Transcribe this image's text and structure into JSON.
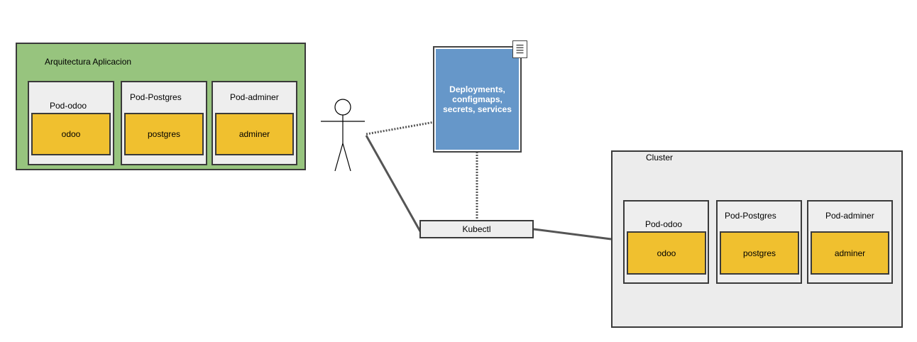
{
  "architecture": {
    "title": "Arquitectura Aplicacion",
    "pods": [
      {
        "label": "Pod-odoo",
        "container": "odoo"
      },
      {
        "label": "Pod-Postgres",
        "container": "postgres"
      },
      {
        "label": "Pod-adminer",
        "container": "adminer"
      }
    ]
  },
  "manifest": {
    "text": "Deployments, configmaps, secrets, services"
  },
  "kubectl": {
    "label": "Kubectl"
  },
  "cluster": {
    "title": "Cluster",
    "pods": [
      {
        "label": "Pod-odoo",
        "container": "odoo"
      },
      {
        "label": "Pod-Postgres",
        "container": "postgres"
      },
      {
        "label": "Pod-adminer",
        "container": "adminer"
      }
    ]
  },
  "colors": {
    "architecture_fill": "#97c47e",
    "container_fill": "#f0c02f",
    "manifest_fill": "#6697c9",
    "pod_fill": "#eeeeee",
    "cluster_fill": "#ececec"
  },
  "icons": [
    "user-stick-figure-icon",
    "document-icon"
  ]
}
